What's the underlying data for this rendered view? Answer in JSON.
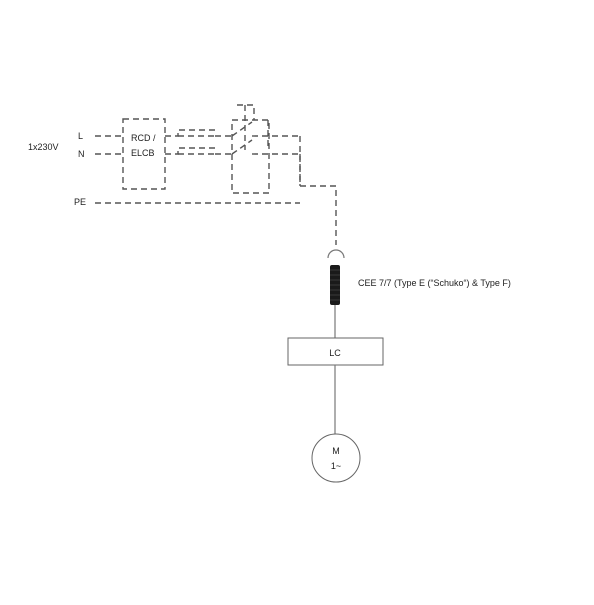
{
  "labels": {
    "supply": "1x230V",
    "line": "L",
    "neutral": "N",
    "protective_earth": "PE",
    "rcd_line1": "RCD /",
    "rcd_line2": "ELCB",
    "plug": "CEE 7/7 (Type E (“Schuko“) & Type F)",
    "controller": "LC",
    "motor_line1": "M",
    "motor_line2": "1~"
  }
}
